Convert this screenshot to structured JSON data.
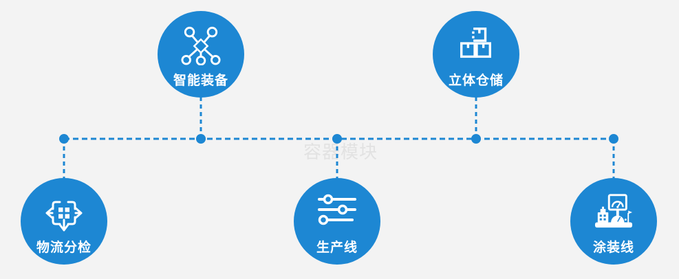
{
  "colors": {
    "accent": "#1d87d3",
    "background": "#f3f3f3",
    "icon": "#ffffff",
    "connector": "#1d87d3",
    "watermark_color": "#e2e2e2",
    "label_color": "#ffffff"
  },
  "watermark": {
    "text": "容器模块"
  },
  "nodes": [
    {
      "id": "smart-equipment",
      "label": "智能装备",
      "icon": "network-nodes-icon",
      "row": "top"
    },
    {
      "id": "stereo-warehouse",
      "label": "立体仓储",
      "icon": "stacked-boxes-icon",
      "row": "top"
    },
    {
      "id": "logistics-sorting",
      "label": "物流分检",
      "icon": "sort-distribute-icon",
      "row": "bottom"
    },
    {
      "id": "production-line",
      "label": "生产线",
      "icon": "sliders-icon",
      "row": "bottom"
    },
    {
      "id": "coating-line",
      "label": "涂装线",
      "icon": "control-station-icon",
      "row": "bottom"
    }
  ]
}
